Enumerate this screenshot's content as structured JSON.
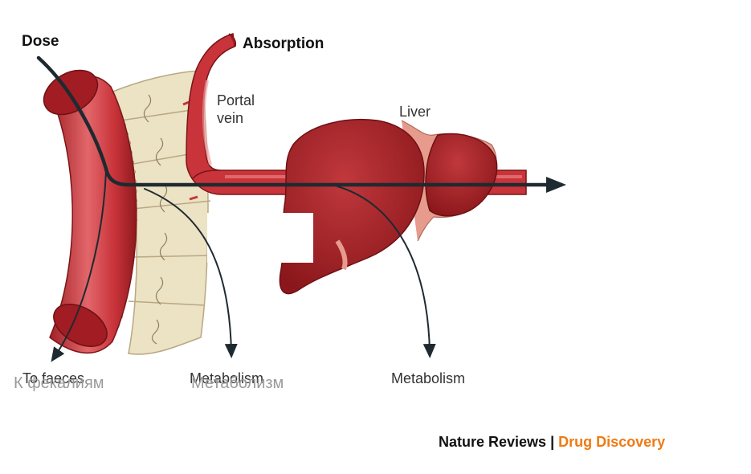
{
  "labels": {
    "dose": "Dose",
    "absorption": "Absorption",
    "portal_vein": [
      "Portal",
      "vein"
    ],
    "liver": "Liver",
    "to_faeces": "To faeces",
    "to_faeces_ru": "К фекалиям",
    "metabolism_gut": "Metabolism",
    "metabolism_gut_ru": "Метаболизм",
    "metabolism_liver": "Metabolism"
  },
  "credit": {
    "journal": "Nature Reviews",
    "separator": "|",
    "section": "Drug Discovery"
  },
  "colors": {
    "vessel": "#c8343a",
    "vessel_dark": "#8f1a1e",
    "liver": "#a82024",
    "gut_wall": "#e8dcbc",
    "arrow": "#1f2a30",
    "accent": "#f07a12"
  }
}
